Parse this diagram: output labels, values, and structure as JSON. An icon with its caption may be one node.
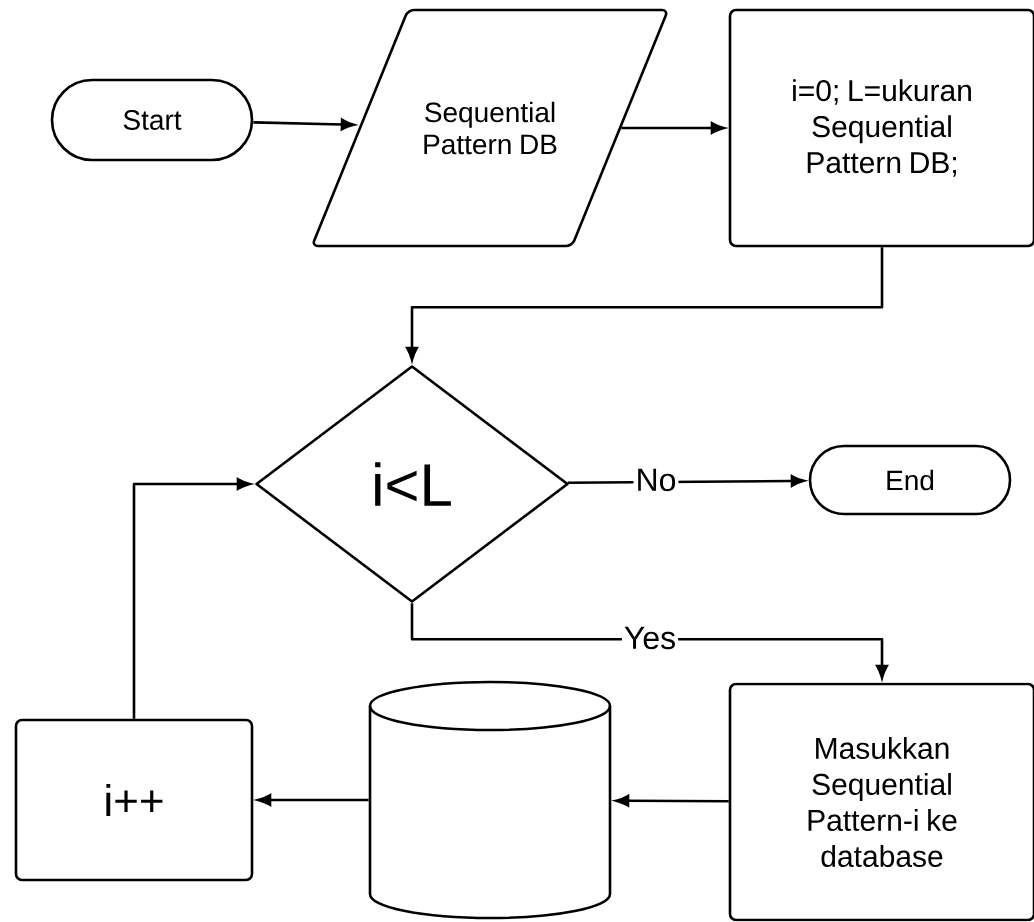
{
  "diagram": {
    "nodes": [
      {
        "text": [
          "Start"
        ]
      },
      {
        "text": [
          "Sequential Pattern DB"
        ]
      },
      {
        "text": [
          "i=0; L=ukuran Sequential Pattern DB;"
        ]
      },
      {
        "text": [
          "i<L"
        ]
      },
      {
        "text": [
          "End"
        ]
      },
      {
        "text": [
          "Masukkan Sequential Pattern-i ke database"
        ]
      },
      {
        "text": [],
        "shape": "cylinder"
      },
      {
        "text": [
          "i++"
        ]
      }
    ],
    "edges": [
      {
        "from": 0,
        "to": 1,
        "arrow": "to"
      },
      {
        "from": 1,
        "to": 2,
        "arrow": "to"
      },
      {
        "from": 2,
        "to": 3,
        "arrow": "to"
      },
      {
        "from": 3,
        "to": 4,
        "arrow": "to",
        "label": "No"
      },
      {
        "from": 3,
        "to": 5,
        "arrow": "to",
        "label": "Yes"
      },
      {
        "from": 5,
        "to": 6,
        "arrow": "to"
      },
      {
        "from": 6,
        "to": 7,
        "arrow": "to"
      },
      {
        "from": 7,
        "to": 3,
        "arrow": "to"
      }
    ]
  }
}
